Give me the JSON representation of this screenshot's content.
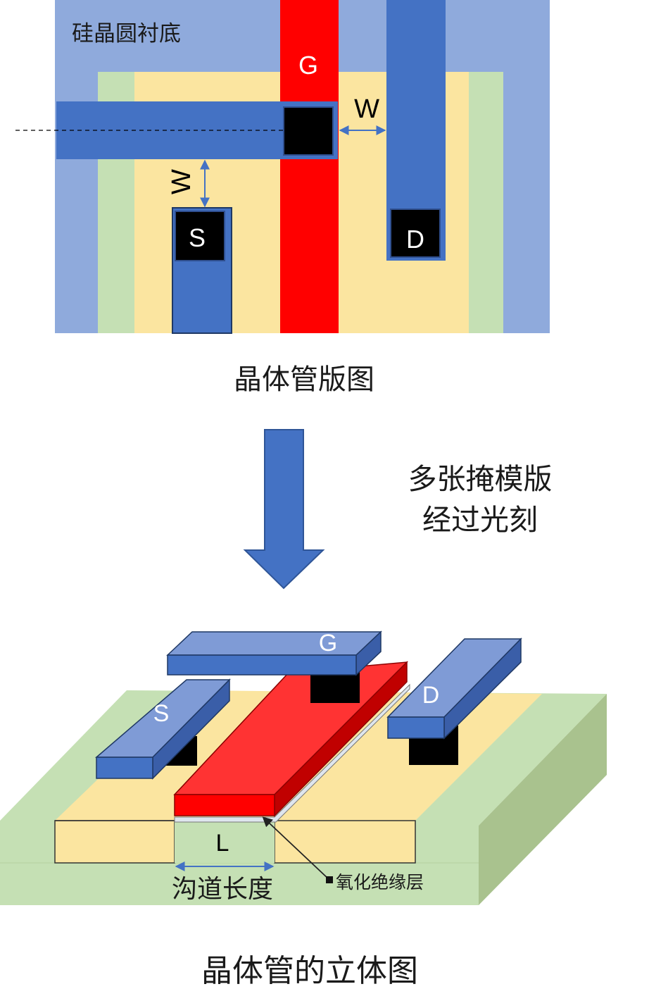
{
  "layout_diagram": {
    "substrate_label": "硅晶圆衬底",
    "gate_label": "G",
    "source_label": "S",
    "drain_label": "D",
    "width_label_right": "W",
    "width_label_left": "W",
    "caption": "晶体管版图"
  },
  "process": {
    "line1": "多张掩模版",
    "line2": "经过光刻"
  },
  "three_d_diagram": {
    "gate_label": "G",
    "source_label": "S",
    "drain_label": "D",
    "length_label": "L",
    "channel_caption": "沟道长度",
    "oxide_caption": "氧化绝缘层",
    "caption": "晶体管的立体图"
  },
  "colors": {
    "substrate": "#8faadc",
    "green": "#c5e0b4",
    "yellow": "#fbe5a0",
    "metal_blue": "#4472c4",
    "gate_red": "#ff0000",
    "contact": "#000000"
  }
}
